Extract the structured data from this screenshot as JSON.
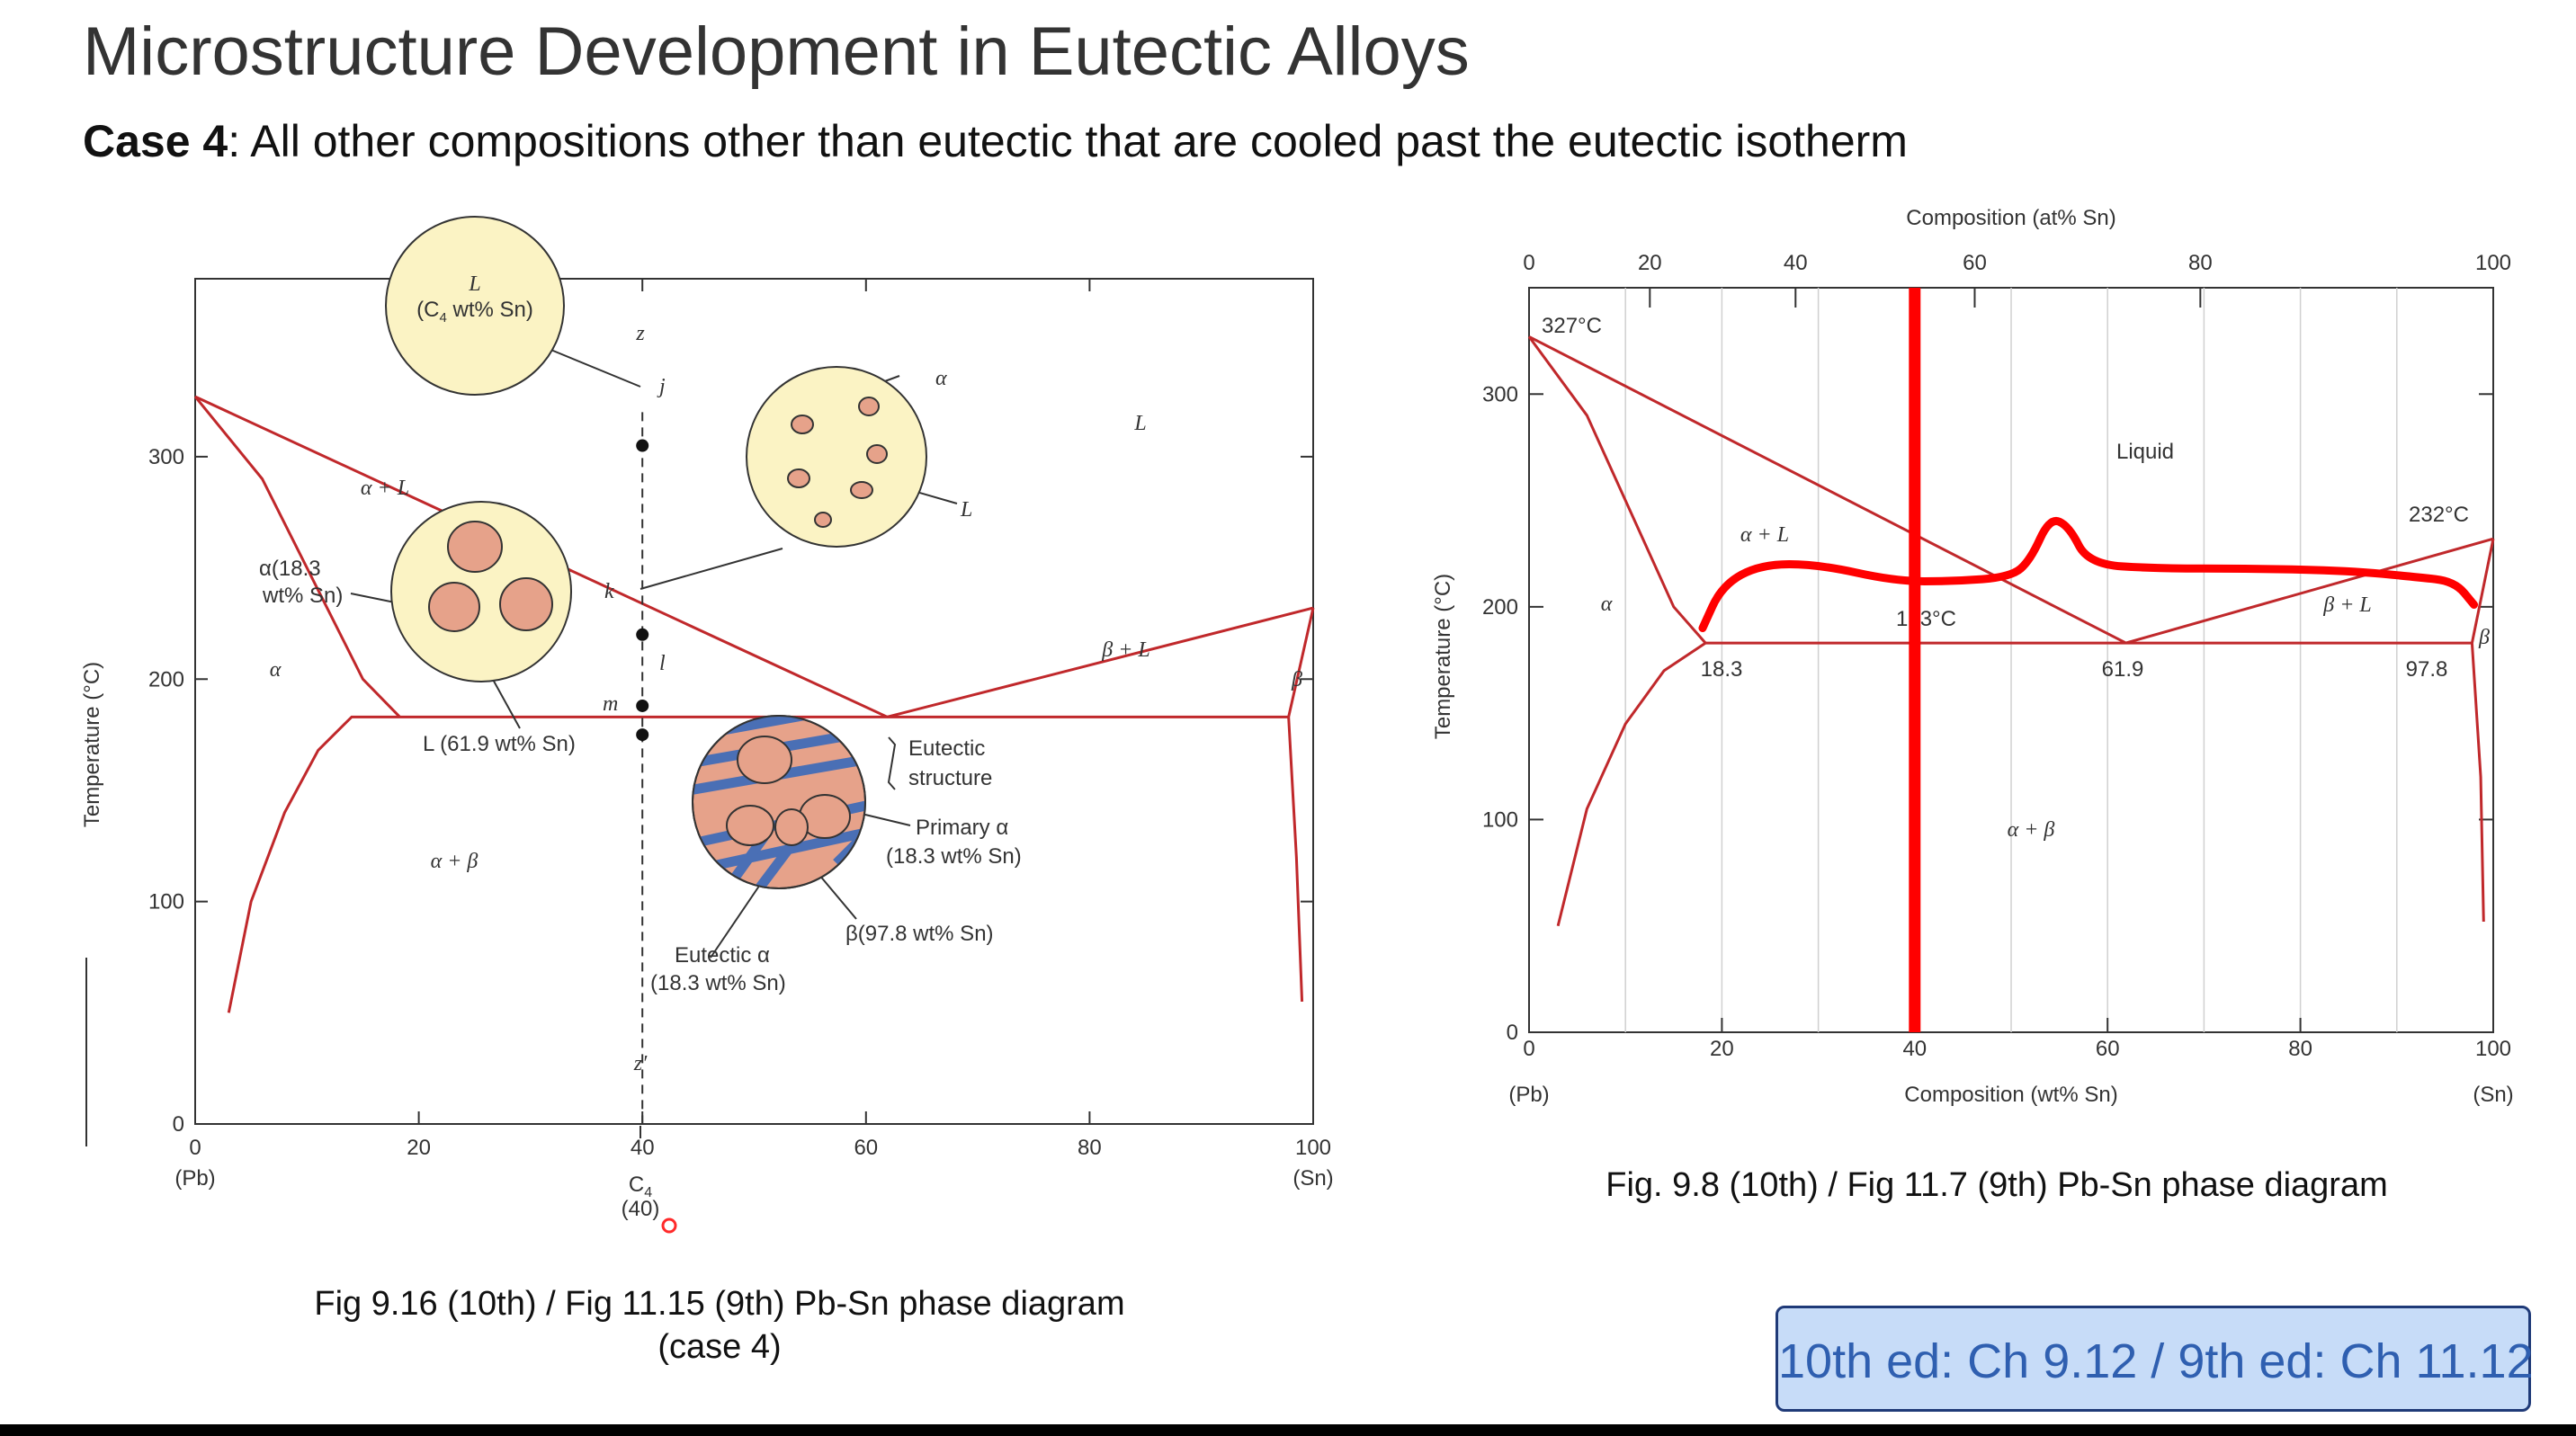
{
  "slide": {
    "title": "Microstructure Development in Eutectic Alloys",
    "subtitle_bold": "Case 4",
    "subtitle_rest": ": All other compositions other than eutectic that are cooled past the eutectic isotherm",
    "badge": "10th ed: Ch 9.12 / 9th ed: Ch 11.12"
  },
  "colors": {
    "phase_line": "#c0282b",
    "annotation_red": "#ff0000",
    "circle_fill": "#fbf3c4",
    "grain_fill": "#e6a28a",
    "lamella_blue": "#4a6fb5"
  },
  "left_diagram": {
    "caption_line1": "Fig 9.16 (10th) / Fig 11.15 (9th) Pb-Sn phase diagram",
    "caption_line2": "(case 4)",
    "ylabel": "Temperature (°C)",
    "x_ticks": [
      "0",
      "20",
      "40",
      "60",
      "80",
      "100"
    ],
    "x_end_labels": {
      "left": "(Pb)",
      "right": "(Sn)"
    },
    "y_ticks": [
      "0",
      "100",
      "200",
      "300"
    ],
    "c4_label": "C",
    "c4_sub": "4",
    "c4_value": "(40)",
    "path_labels": {
      "z": "z",
      "j": "j",
      "k": "k",
      "l": "l",
      "m": "m",
      "zprime": "z′"
    },
    "region_labels": {
      "alpha_L": "α + L",
      "alpha": "α",
      "alpha_beta": "α + β",
      "L": "L",
      "beta_L": "β + L",
      "beta": "β"
    },
    "annotations": {
      "liquid_L": "L",
      "liquid_comp": "(C",
      "liquid_comp_sub": "4",
      "liquid_comp_rest": " wt% Sn)",
      "alpha_pointer": "α",
      "L_pointer": "L",
      "alpha183_line1": "α(18.3",
      "alpha183_line2": "wt% Sn)",
      "L619": "L (61.9 wt% Sn)",
      "eutectic_structure_1": "Eutectic",
      "eutectic_structure_2": "structure",
      "primary_alpha_1": "Primary α",
      "primary_alpha_2": "(18.3 wt% Sn)",
      "beta978": "β(97.8 wt% Sn)",
      "eutectic_alpha_1": "Eutectic α",
      "eutectic_alpha_2": "(18.3 wt% Sn)"
    }
  },
  "right_diagram": {
    "caption": "Fig. 9.8 (10th) / Fig 11.7 (9th) Pb-Sn phase diagram",
    "top_axis_label": "Composition (at% Sn)",
    "top_ticks": [
      "0",
      "20",
      "40",
      "60",
      "80",
      "100"
    ],
    "bottom_axis_label": "Composition (wt% Sn)",
    "bottom_ticks": [
      "0",
      "20",
      "40",
      "60",
      "80",
      "100"
    ],
    "x_end_labels": {
      "left": "(Pb)",
      "right": "(Sn)"
    },
    "ylabel": "Temperature (°C)",
    "y_ticks": [
      "0",
      "100",
      "200",
      "300"
    ],
    "labels": {
      "t327": "327°C",
      "t232": "232°C",
      "t183": "183°C",
      "liquid": "Liquid",
      "alpha_L": "α + L",
      "beta_L": "β + L",
      "alpha": "α",
      "beta": "β",
      "alpha_beta": "α + β",
      "c183": "18.3",
      "c619": "61.9",
      "c978": "97.8"
    }
  },
  "chart_data": [
    {
      "type": "line",
      "title": "",
      "xlabel": "",
      "ylabel": "Temperature (°C)",
      "xlim": [
        0,
        100
      ],
      "ylim": [
        0,
        327
      ],
      "series": [
        {
          "role": "alpha-solvus",
          "x": [
            3,
            5,
            8,
            11,
            14,
            18.3
          ],
          "y": [
            50,
            100,
            140,
            168,
            183,
            183
          ]
        },
        {
          "role": "alpha-solidus",
          "x": [
            0,
            6,
            11,
            15,
            18.3
          ],
          "y": [
            327,
            290,
            240,
            200,
            183
          ]
        },
        {
          "role": "liquidus-left",
          "x": [
            0,
            61.9
          ],
          "y": [
            327,
            183
          ]
        },
        {
          "role": "eutectic-isotherm",
          "x": [
            18.3,
            97.8
          ],
          "y": [
            183,
            183
          ]
        },
        {
          "role": "liquidus-right",
          "x": [
            61.9,
            100
          ],
          "y": [
            183,
            232
          ]
        },
        {
          "role": "beta-solidus",
          "x": [
            97.8,
            100
          ],
          "y": [
            183,
            232
          ]
        },
        {
          "role": "beta-solvus",
          "x": [
            99,
            98.5,
            97.8
          ],
          "y": [
            55,
            120,
            183
          ]
        },
        {
          "role": "cooling-path-C4",
          "x": [
            40,
            40
          ],
          "y": [
            320,
            0
          ]
        }
      ],
      "path_points": {
        "j": 305,
        "k": 220,
        "l": 188,
        "m": 175
      }
    },
    {
      "type": "line",
      "title": "",
      "xlabel": "Composition (wt% Sn)",
      "ylabel": "Temperature (°C)",
      "xlim": [
        0,
        100
      ],
      "ylim": [
        0,
        327
      ],
      "series": [
        {
          "role": "alpha-solvus",
          "x": [
            3,
            6,
            10,
            14,
            18.3
          ],
          "y": [
            50,
            105,
            145,
            170,
            183
          ]
        },
        {
          "role": "alpha-solidus",
          "x": [
            0,
            6,
            11,
            15,
            18.3
          ],
          "y": [
            327,
            290,
            240,
            200,
            183
          ]
        },
        {
          "role": "liquidus-left",
          "x": [
            0,
            61.9
          ],
          "y": [
            327,
            183
          ]
        },
        {
          "role": "eutectic-isotherm",
          "x": [
            18.3,
            97.8
          ],
          "y": [
            183,
            183
          ]
        },
        {
          "role": "liquidus-right",
          "x": [
            61.9,
            100
          ],
          "y": [
            183,
            232
          ]
        },
        {
          "role": "beta-solidus",
          "x": [
            97.8,
            100
          ],
          "y": [
            183,
            232
          ]
        },
        {
          "role": "beta-solvus",
          "x": [
            99,
            98.7,
            97.8
          ],
          "y": [
            52,
            120,
            183
          ]
        },
        {
          "role": "red-vertical-annotation",
          "x": [
            40,
            40
          ],
          "y": [
            350,
            0
          ]
        },
        {
          "role": "red-hand-drawn-annotation",
          "x": [
            18,
            20,
            24,
            30,
            38,
            44,
            50,
            52,
            54,
            56,
            58,
            65,
            75,
            85,
            92,
            96,
            98
          ],
          "y": [
            190,
            210,
            220,
            220,
            212,
            212,
            214,
            222,
            242,
            238,
            220,
            218,
            218,
            217,
            214,
            212,
            201
          ]
        }
      ]
    }
  ]
}
